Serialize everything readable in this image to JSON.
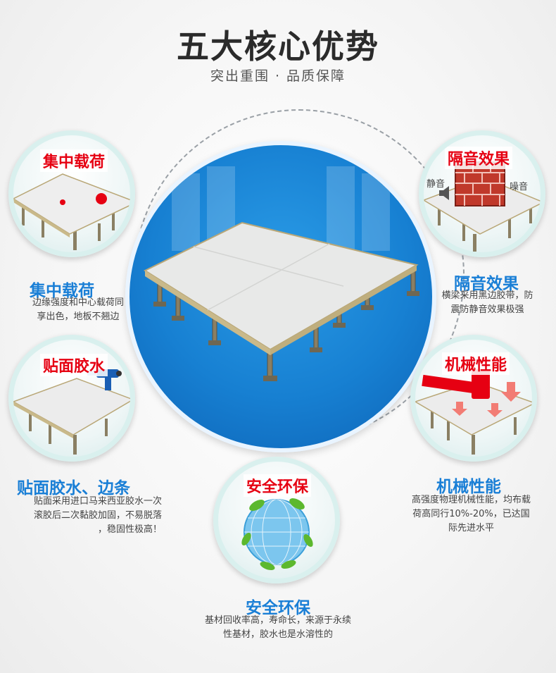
{
  "header": {
    "title": "五大核心优势",
    "subtitle": "突出重围 · 品质保障"
  },
  "features": {
    "load": {
      "circle_label": "集中载荷",
      "title": "集中载荷",
      "desc_line1": "边缘强度和中心载荷同",
      "desc_line2": "享出色，地板不翘边"
    },
    "sound": {
      "circle_label": "隔音效果",
      "tag_quiet": "静音",
      "tag_noise": "噪音",
      "title": "隔音效果",
      "desc_line1": "横梁采用黑边胶带，防",
      "desc_line2": "震防静音效果极强"
    },
    "glue": {
      "circle_label": "贴面胶水",
      "title": "贴面胶水、边条",
      "desc_line1": "贴面采用进口马来西亚胶水一次",
      "desc_line2": "滚胶后二次黏胶加固，不易脱落",
      "desc_line3": "，稳固性极高！"
    },
    "mech": {
      "circle_label": "机械性能",
      "title": "机械性能",
      "desc_line1": "高强度物理机械性能，均布载",
      "desc_line2": "荷高同行10%-20%，已达国",
      "desc_line3": "际先进水平"
    },
    "eco": {
      "circle_label": "安全环保",
      "title": "安全环保",
      "desc_line1": "基材回收率高，寿命长，来源于永续",
      "desc_line2": "性基材，胶水也是水溶性的"
    }
  },
  "colors": {
    "accent_red": "#e60012",
    "title_blue": "#1a7fd6",
    "hero_blue": "#1780d2"
  }
}
